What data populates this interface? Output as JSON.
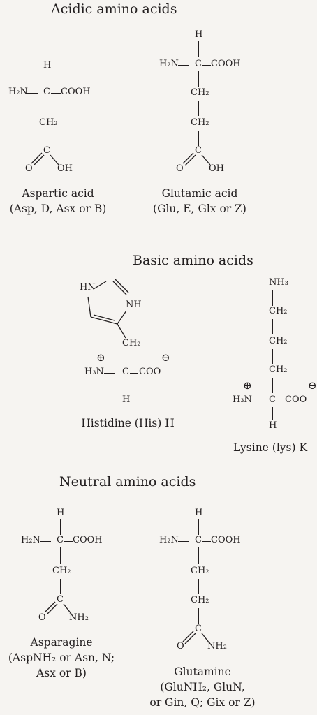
{
  "sections": {
    "acidic": "Acidic amino acids",
    "basic": "Basic amino acids",
    "neutral": "Neutral amino acids"
  },
  "atoms": {
    "H": "H",
    "H2N": "H₂N",
    "H3N": "H₃N",
    "dash": "—",
    "C": "C",
    "COOH": "COOH",
    "COO": "COO",
    "CH2": "CH₂",
    "O": "O",
    "OH": "OH",
    "NH2": "NH₂",
    "NH3": "NH₃",
    "HN": "HN",
    "NH": "NH",
    "plus": "⊕",
    "minus": "⊖"
  },
  "molecules": {
    "aspartic": {
      "name": "Aspartic acid",
      "codes": "(Asp, D, Asx or B)"
    },
    "glutamic": {
      "name": "Glutamic acid",
      "codes": "(Glu, E, Glx or Z)"
    },
    "histidine": {
      "name": "Histidine (His) H"
    },
    "lysine": {
      "name": "Lysine (lys) K"
    },
    "asparagine": {
      "line1": "Asparagine",
      "line2": "(AspNH₂ or Asn, N;",
      "line3": "Asx or B)"
    },
    "glutamine": {
      "line1": "Glutamine",
      "line2": "(GluNH₂, GluN,",
      "line3": "or Gin, Q; Gix or Z)"
    }
  }
}
